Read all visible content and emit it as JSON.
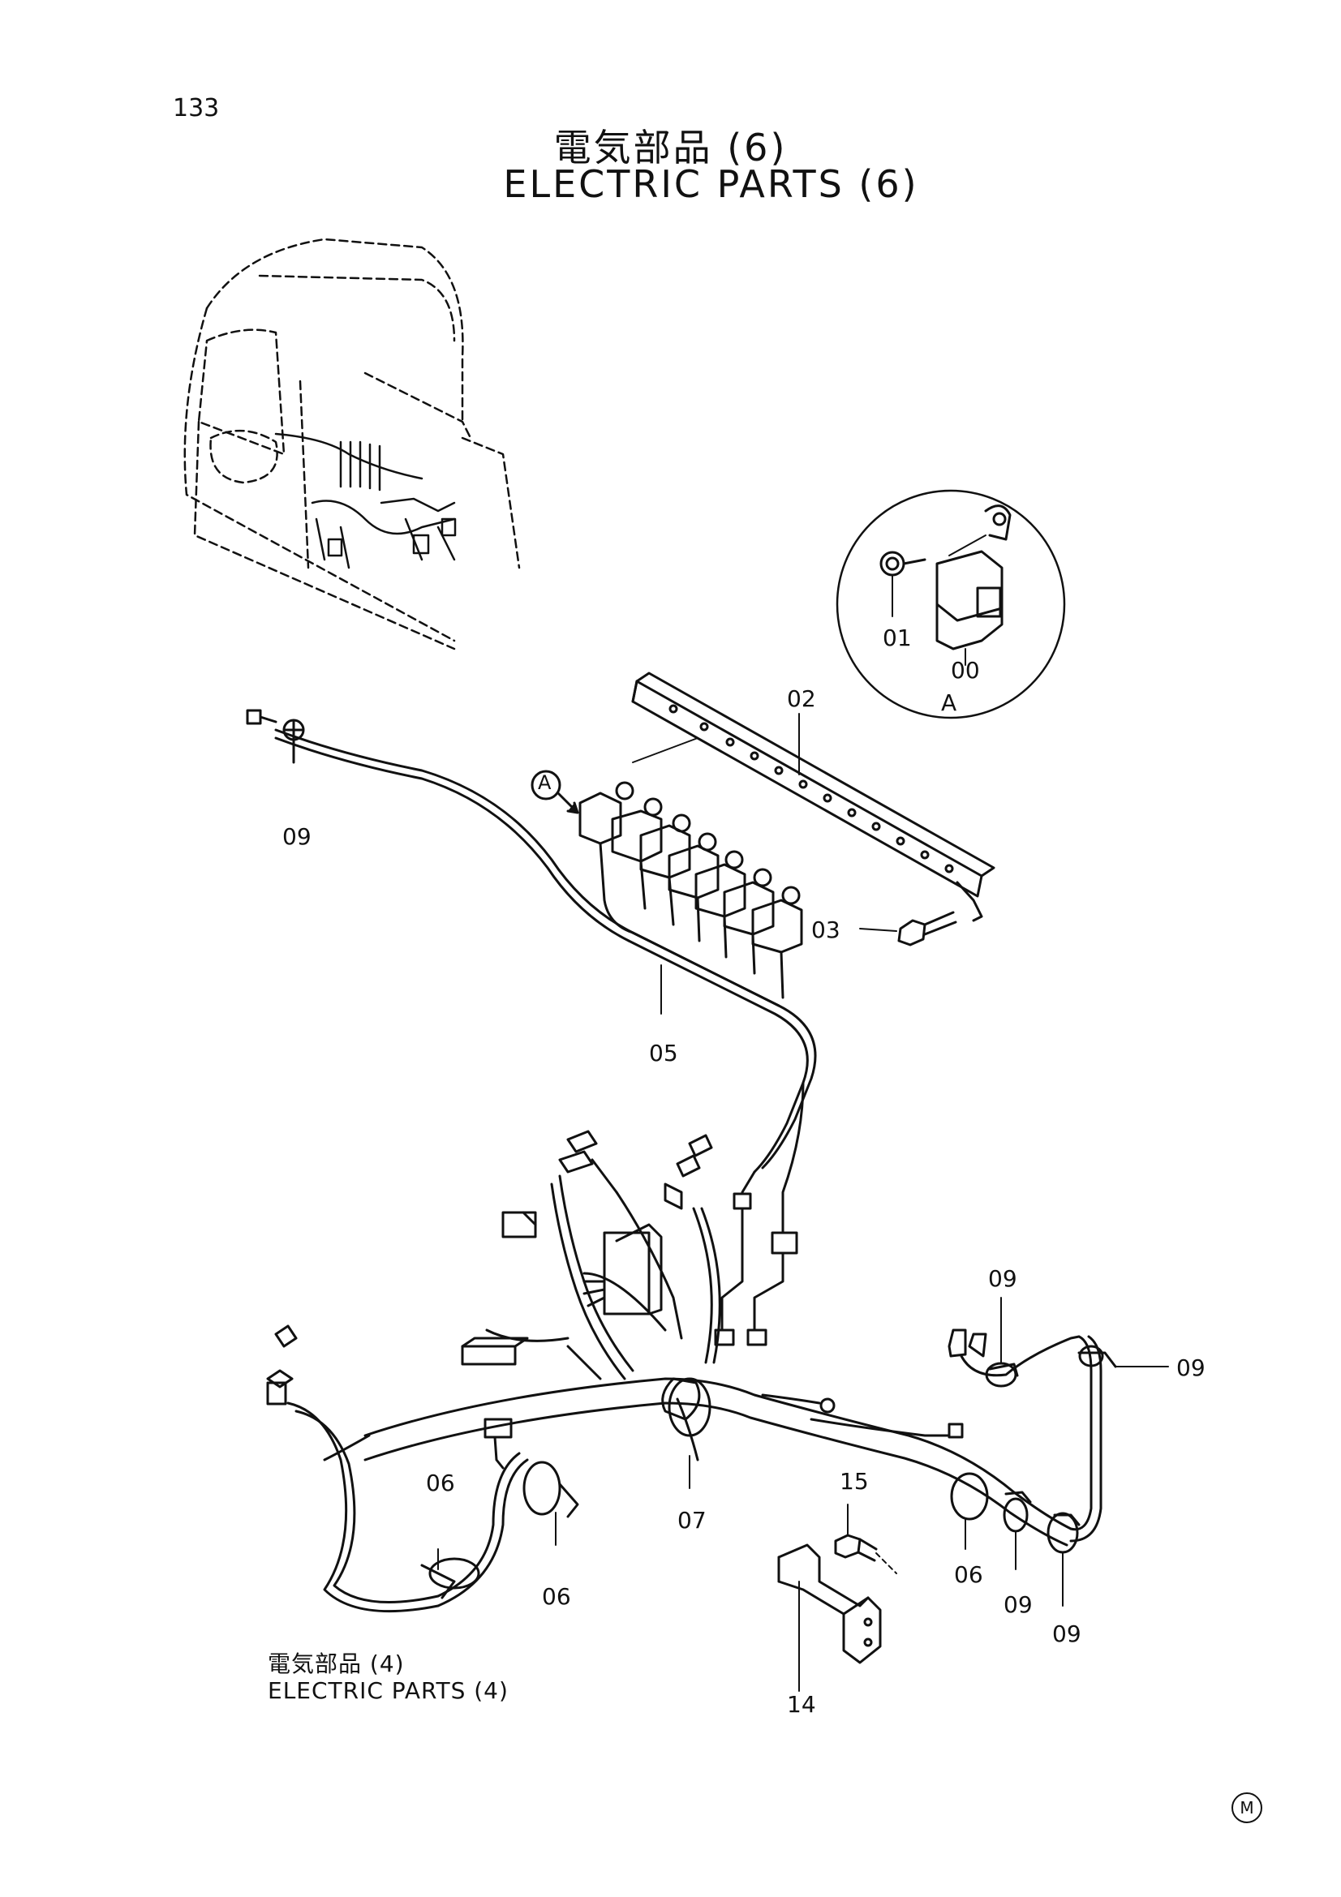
{
  "page": {
    "number": "133",
    "title_jp": "電気部品 (6)",
    "title_en": "ELECTRIC PARTS (6)"
  },
  "reference": {
    "jp": "電気部品 (4)",
    "en": "ELECTRIC PARTS (4)"
  },
  "detail_label": "A",
  "corner_mark": "M",
  "callouts": {
    "c00": "00",
    "c01": "01",
    "c02": "02",
    "c03": "03",
    "c05": "05",
    "c06a": "06",
    "c06b": "06",
    "c06c": "06",
    "c07": "07",
    "c09a": "09",
    "c09b": "09",
    "c09c": "09",
    "c09d": "09",
    "c09e": "09",
    "c14": "14",
    "c15": "15"
  }
}
